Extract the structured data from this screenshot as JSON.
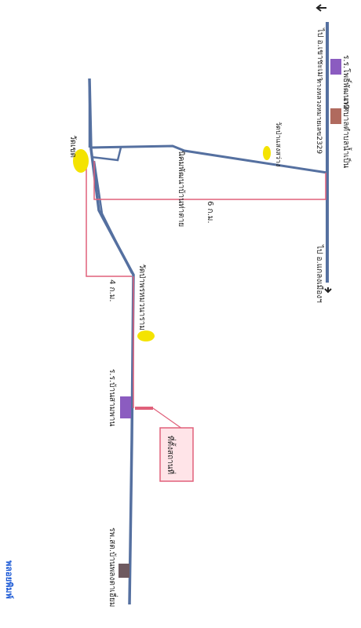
{
  "map": {
    "road_color": "#5570a0",
    "route_color": "#e0607a",
    "marker_yellow": "#f4e300",
    "marker_purple": "#8b5cc0",
    "marker_brown": "#b06a5e",
    "marker_dark": "#6e5a60",
    "dest_fill": "#ffe4e8",
    "dest_stroke": "#e0607a",
    "labels": {
      "to_rayong_top": "ไป อ.เขาชะเมา",
      "to_rayong_bottom": "ไป อ.แกลงเมืองฯ",
      "school_top": "ร.ร.โพธิ์พัฒนา2",
      "municipality": "เทศบาลตำบลน้ำเป็น",
      "highway": "ทางหลวงหมายเลข2329",
      "wat_sangsawang": "วัดป่าแสงสว่าง",
      "khlong_pong": "นิคมพัฒนาบ้านท่าตาย",
      "wat_thaet": "วัดเขต",
      "dist_6km": "6 ก.ม.",
      "dist_4km": "4 ก.ม.",
      "wat_south": "วัดป่าพรหมวนาราม",
      "school_mid": "ร.ร.บ้านสามพาน",
      "destination": "ที่ตั้งสถานที่",
      "hospital": "รพ.สต.บ้านพลงตาเอี่ยม",
      "author": "พลอยพิมพ์"
    }
  }
}
